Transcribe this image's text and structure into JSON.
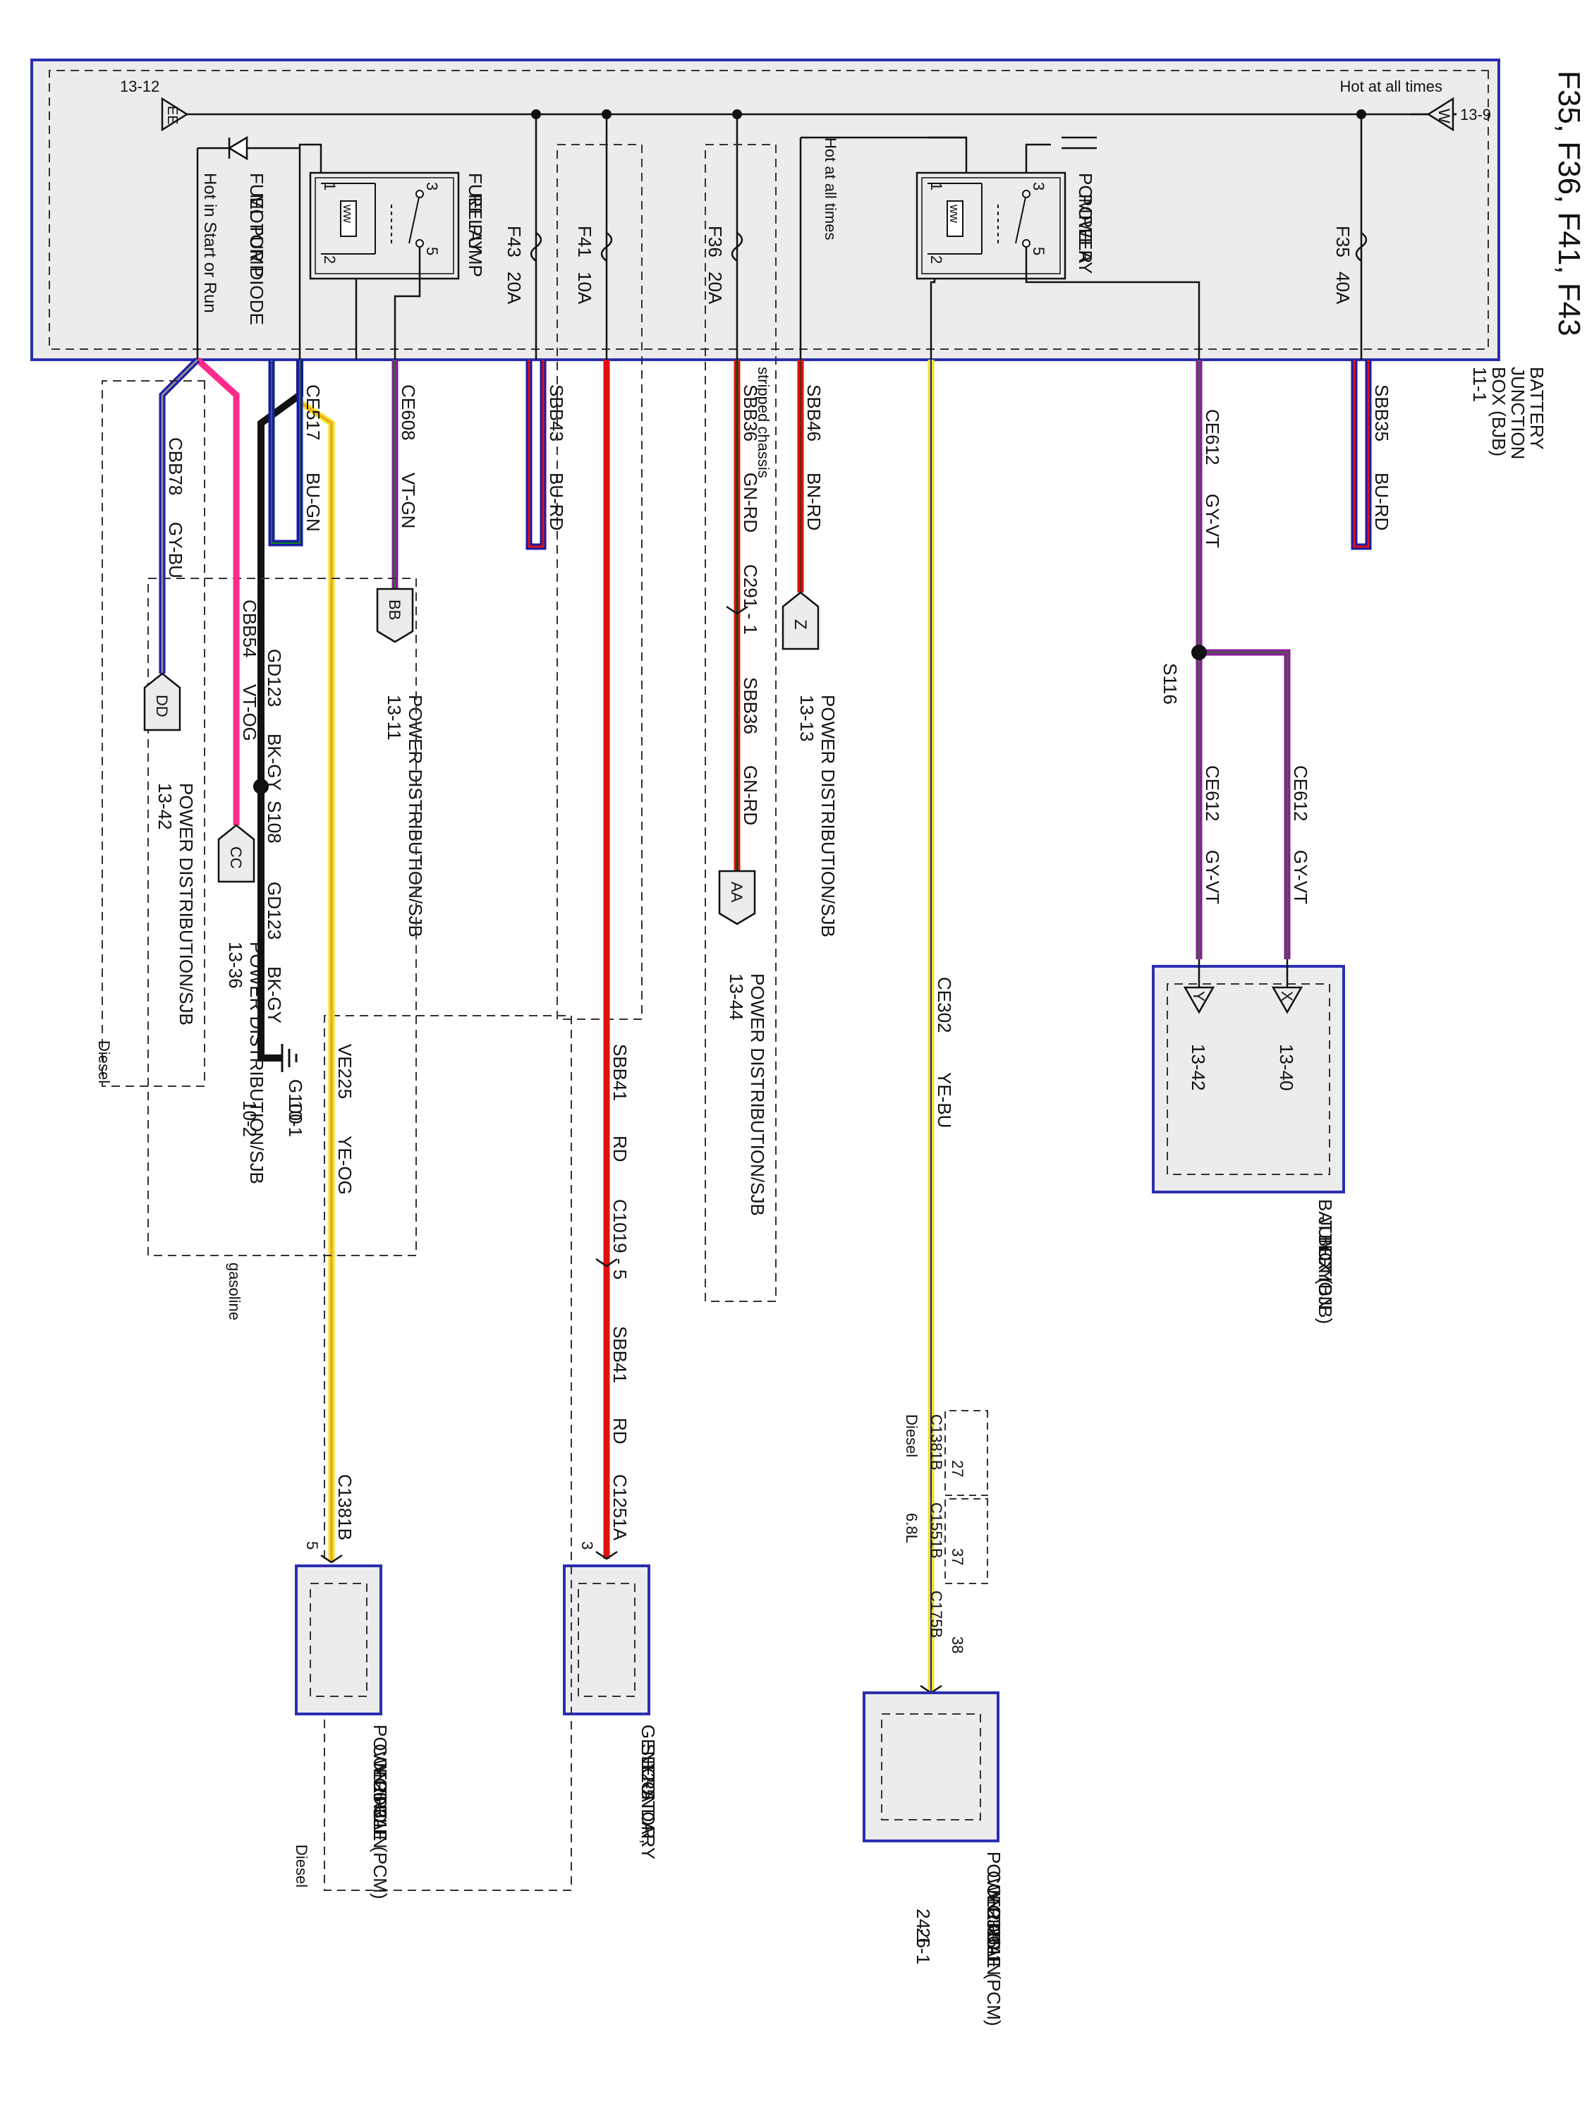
{
  "page_title": "F35, F36, F41, F43",
  "bjb": {
    "label_lines": [
      "BATTERY",
      "JUNCTION",
      "BOX (BJB)",
      "11-1"
    ],
    "hot_at_all_times_1": "Hot at all times",
    "ref_W": "13-9",
    "hot_at_all_times_2": "Hot at all times",
    "hot_in_start_or_run": "Hot in Start or Run",
    "ref_EE": "13-12"
  },
  "fuses": [
    {
      "id": "F35",
      "rating": "40A"
    },
    {
      "id": "F36",
      "rating": "20A"
    },
    {
      "id": "F41",
      "rating": "10A"
    },
    {
      "id": "F43",
      "rating": "20A"
    }
  ],
  "relays": [
    {
      "lines": [
        "PCM",
        "POWER",
        "RELAY"
      ]
    },
    {
      "lines": [
        "FUEL PUMP",
        "RELAY"
      ]
    }
  ],
  "diode_label_lines": [
    "FUEL PUMP",
    "MOTOR DIODE"
  ],
  "connectors": {
    "W": "W",
    "EE": "EE",
    "Z": "Z",
    "AA": "AA",
    "BB": "BB",
    "CC": "CC",
    "DD": "DD",
    "X": "X",
    "Y": "Y"
  },
  "wires": [
    {
      "circuit": "SBB35",
      "color": "BU-RD"
    },
    {
      "circuit": "CE612",
      "color": "GY-VT"
    },
    {
      "circuit": "SBB46",
      "color": "BN-RD"
    },
    {
      "circuit": "SBB36",
      "color": "GN-RD"
    },
    {
      "circuit": "SBB43",
      "color": "BU-RD"
    },
    {
      "circuit": "CE608",
      "color": "VT-GN"
    },
    {
      "circuit": "CE517",
      "color": "BU-GN"
    },
    {
      "circuit": "CBB78",
      "color": "GY-BU"
    },
    {
      "circuit": "CBB54",
      "color": "VT-OG"
    },
    {
      "circuit": "GD123",
      "color": "BK-GY"
    },
    {
      "circuit": "VE225",
      "color": "YE-OG"
    },
    {
      "circuit": "SBB41",
      "color": "RD"
    },
    {
      "circuit": "CE302",
      "color": "YE-BU"
    }
  ],
  "splices": {
    "S116": "S116",
    "S108": "S108"
  },
  "inline": {
    "c291": "C291 - 1",
    "c1019": "C1019 - 5"
  },
  "labels": {
    "stripped_chassis": "stripped chassis",
    "diesel": "Diesel",
    "gasoline": "gasoline",
    "six_eight": "6.8L",
    "pd_sjb": "POWER DISTRIBUTION/SJB",
    "ref_z": "13-13",
    "ref_aa": "13-44",
    "ref_bb": "13-11",
    "ref_cc": "13-36",
    "ref_dd": "13-42",
    "ref_x": "13-40",
    "ref_y": "13-42"
  },
  "ground": {
    "id": "G100",
    "refs": [
      "10-1",
      "10-2"
    ]
  },
  "bjb2_label_lines": [
    "BATTERY",
    "JUNCTION",
    "BOX (BJB)"
  ],
  "pcm_right": {
    "lines": [
      "POWERTRAIN",
      "CONTROL",
      "MODULE (PCM)"
    ],
    "refs_a": [
      "23-1",
      "24-1"
    ],
    "refs_b": [
      "25-1",
      "26-1"
    ],
    "c1381b": "C1381B",
    "c1381b_pin": "27",
    "c1551b": "C1551B",
    "c1551b_pin": "37",
    "c175b": "C175B",
    "c175b_pin": "38"
  },
  "generator": {
    "lines": [
      "GENERATOR,",
      "SECONDARY",
      "12-5"
    ],
    "connector": "C1251A",
    "pin": "3"
  },
  "pcm_left": {
    "lines": [
      "POWERTRAIN",
      "CONTROL",
      "MODULE (PCM)",
      "26-3"
    ],
    "connector": "C1381B",
    "pin": "5"
  },
  "colors": {
    "border": "#2b2fb0",
    "panel": "#ececec",
    "black": "#111111",
    "blue": "#1a1aa8",
    "red": "#e01010",
    "yellow": "#f2e020",
    "violet": "#8a1a9a",
    "pink": "#ff2a8a",
    "orange": "#f0a020",
    "gray": "#8a8a8a",
    "brown": "#6a2a0a",
    "green": "#0a8a0a"
  }
}
